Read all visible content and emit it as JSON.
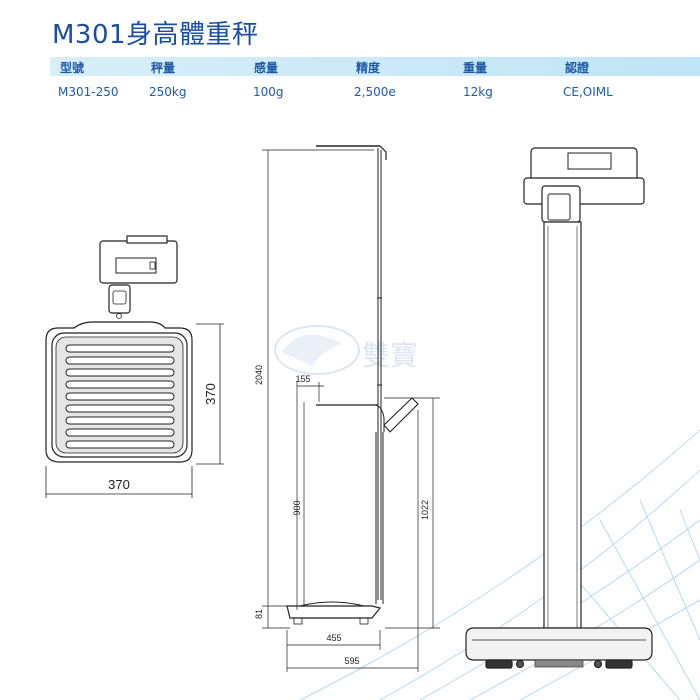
{
  "title": "M301身高體重秤",
  "specs": {
    "headers": [
      "型號",
      "秤量",
      "感量",
      "精度",
      "重量",
      "認證"
    ],
    "values": [
      "M301-250",
      "250kg",
      "100g",
      "2,500e",
      "12kg",
      "CE,OIML"
    ]
  },
  "dimensions": {
    "top_width": "370",
    "top_depth": "370",
    "total_height": "2040",
    "rod_offset": "155",
    "column_height": "900",
    "base_height": "81",
    "base_length": "455",
    "overall_length": "595",
    "top_of_column": "1022"
  },
  "watermark": "雙寶"
}
